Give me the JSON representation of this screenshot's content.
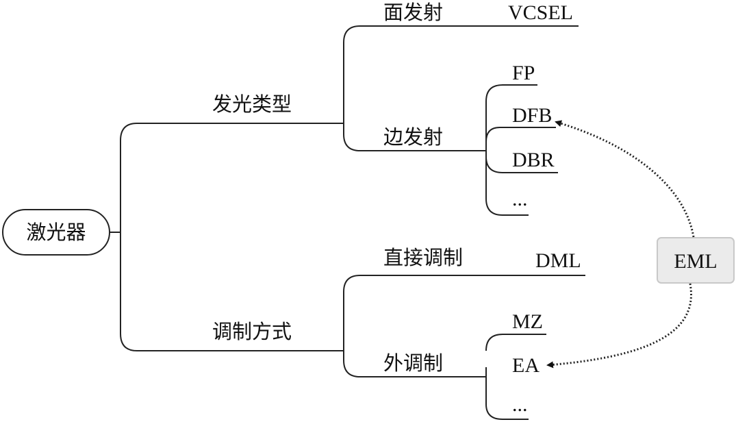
{
  "root": {
    "label": "激光器"
  },
  "branch_emission": {
    "label": "发光类型",
    "surface": {
      "label": "面发射",
      "leaf": "VCSEL"
    },
    "edge": {
      "label": "边发射",
      "leaves": [
        "FP",
        "DFB",
        "DBR",
        "..."
      ]
    }
  },
  "branch_modulation": {
    "label": "调制方式",
    "direct": {
      "label": "直接调制",
      "leaf": "DML"
    },
    "external": {
      "label": "外调制",
      "leaves": [
        "MZ",
        "EA",
        "..."
      ]
    }
  },
  "eml_box": {
    "label": "EML"
  }
}
